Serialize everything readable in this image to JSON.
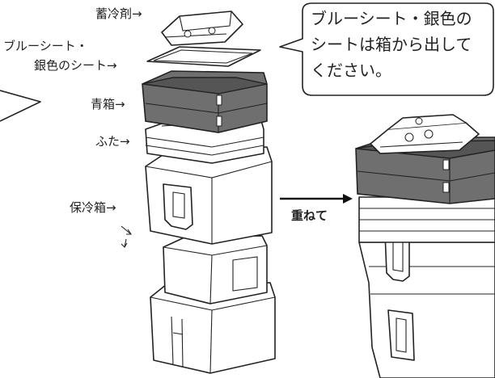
{
  "labels": {
    "ice_pack": "蓄冷剤→",
    "sheet_line1": "ブルーシート・",
    "sheet_line2": "銀色のシート→",
    "blue_box": "青箱→",
    "lid": "ふた→",
    "cooler": "保冷箱→",
    "stack_arrow": "重ねて"
  },
  "callout": {
    "line1": "ブルーシート・銀色の",
    "line2": "シートは箱から出して",
    "line3": "ください。"
  },
  "colors": {
    "blue_box_fill": "#6f6f6f",
    "outline": "#222222",
    "background": "#ffffff"
  }
}
